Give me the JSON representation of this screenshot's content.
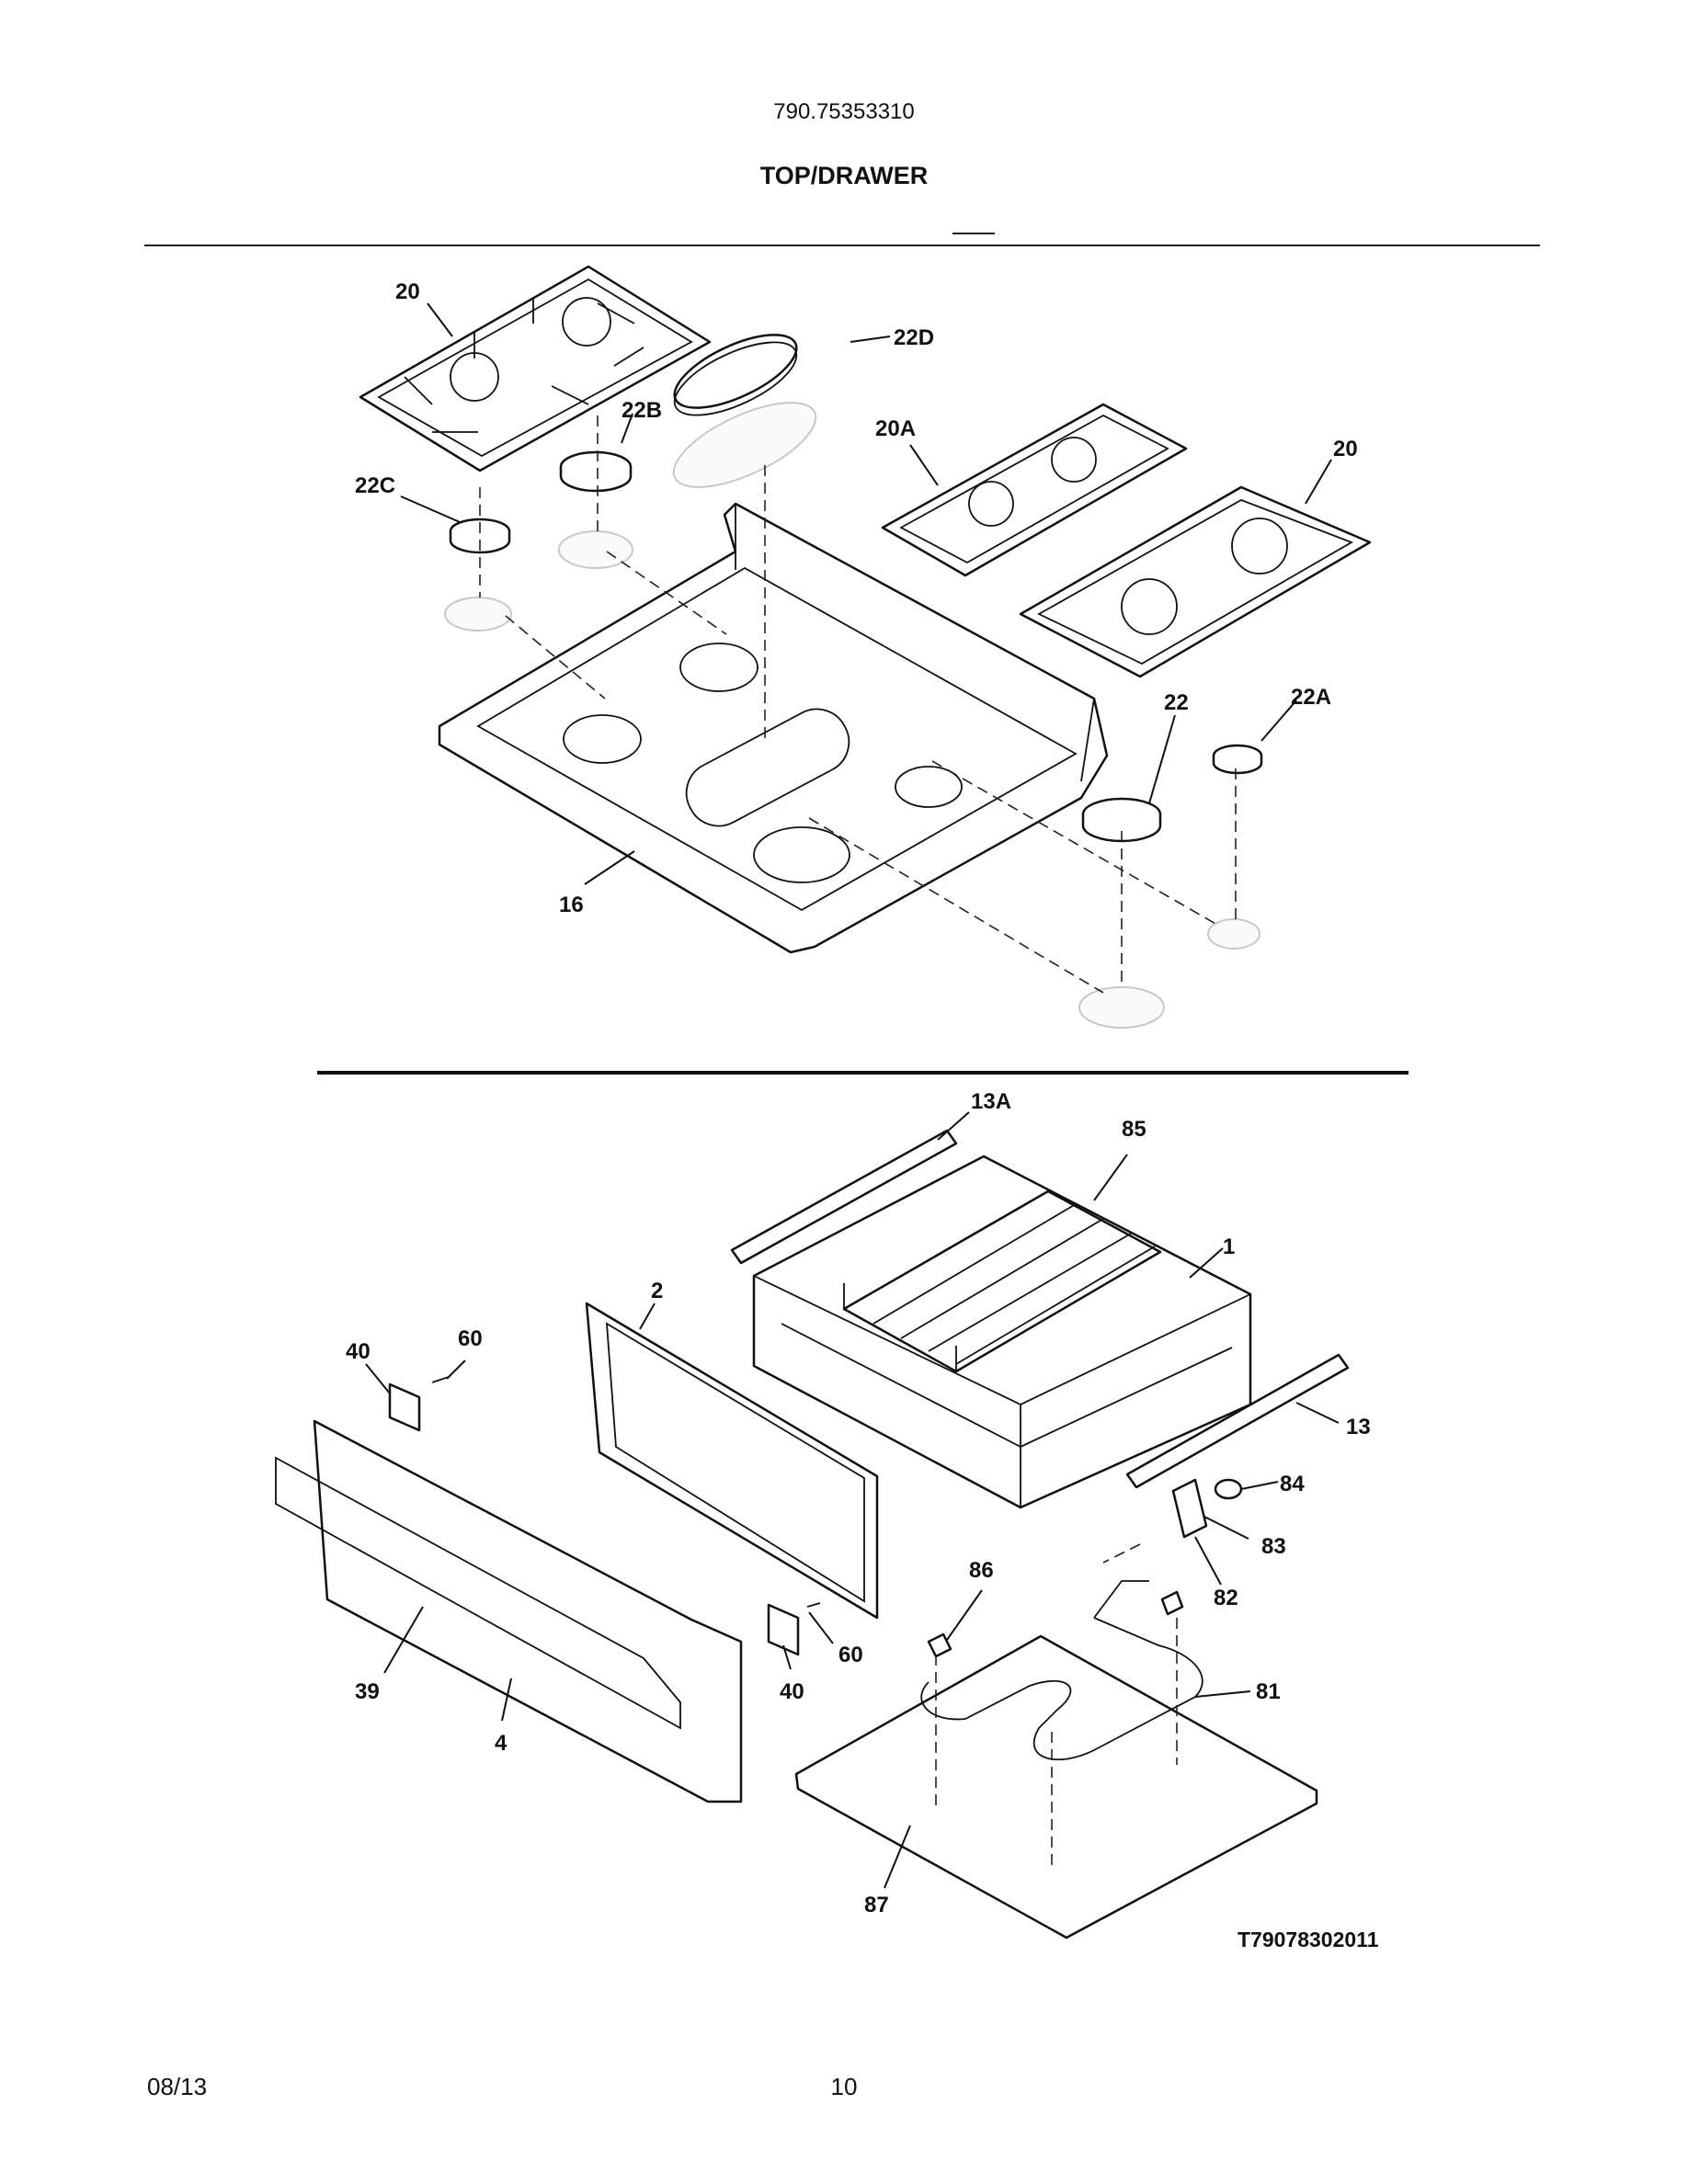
{
  "header": {
    "model_number": "790.75353310",
    "section_title": "TOP/DRAWER"
  },
  "callouts": {
    "c20_left": "20",
    "c22D": "22D",
    "c22B": "22B",
    "c20A": "20A",
    "c20_right": "20",
    "c22C": "22C",
    "c22": "22",
    "c22A": "22A",
    "c16": "16",
    "c13A": "13A",
    "c85": "85",
    "c1": "1",
    "c2": "2",
    "c40_top": "40",
    "c60_top": "60",
    "c13": "13",
    "c84": "84",
    "c83": "83",
    "c86": "86",
    "c82": "82",
    "c81": "81",
    "c39": "39",
    "c4": "4",
    "c40_bottom": "40",
    "c60_bottom": "60",
    "c87": "87"
  },
  "figure_code": "T79078302011",
  "footer": {
    "date": "08/13",
    "page": "10"
  }
}
